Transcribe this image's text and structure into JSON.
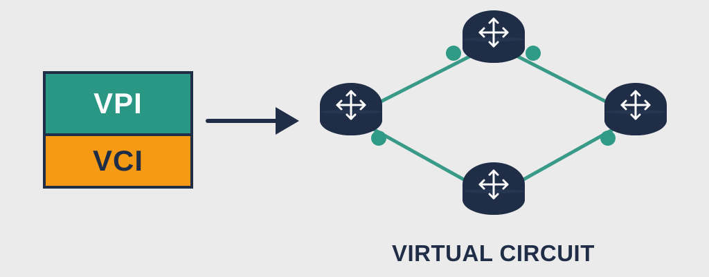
{
  "cell": {
    "vpi_label": "VPI",
    "vci_label": "VCI"
  },
  "caption": "VIRTUAL CIRCUIT",
  "colors": {
    "background": "#ebebeb",
    "navy": "#1f2d47",
    "teal": "#2a9684",
    "orange": "#f79a13",
    "link": "#3a9a88",
    "node_dot": "#2f9a86"
  },
  "network": {
    "routers": [
      {
        "id": "left",
        "icon": "move-arrows-icon"
      },
      {
        "id": "top",
        "icon": "move-arrows-icon"
      },
      {
        "id": "right",
        "icon": "move-arrows-icon"
      },
      {
        "id": "bottom",
        "icon": "move-arrows-icon"
      }
    ],
    "links": [
      {
        "from": "left",
        "to": "top"
      },
      {
        "from": "top",
        "to": "right"
      },
      {
        "from": "right",
        "to": "bottom"
      },
      {
        "from": "bottom",
        "to": "left"
      }
    ]
  }
}
